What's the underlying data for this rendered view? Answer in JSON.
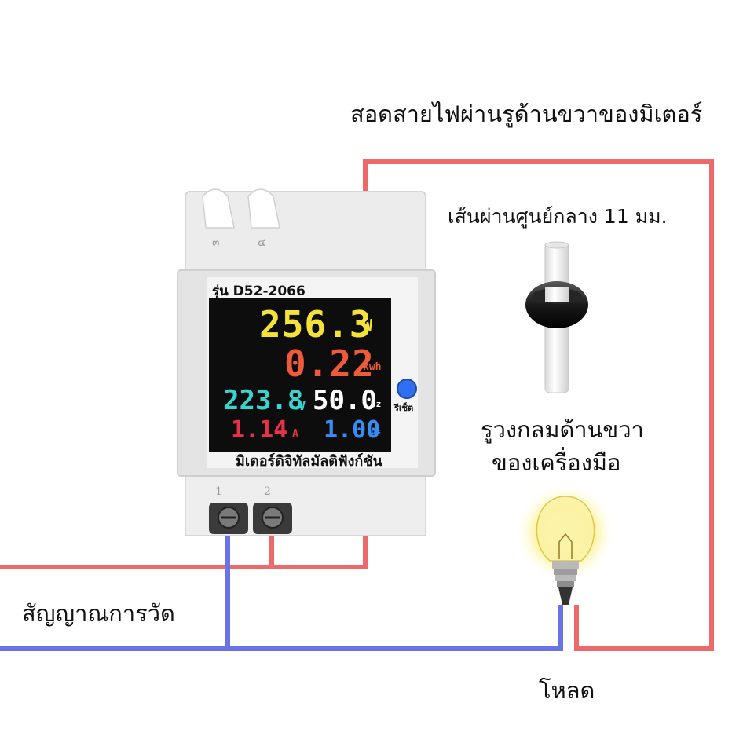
{
  "labels": {
    "instruction": "สอดสายไฟผ่านรูด้านขวาของมิเตอร์",
    "diameter": "เส้นผ่านศูนย์กลาง 11 มม.",
    "hole_line1": "รูวงกลมด้านขวา",
    "hole_line2": "ของเครื่องมือ",
    "signal": "สัญญาณการวัด",
    "load": "โหลด"
  },
  "meter": {
    "model": "รุ่น D52-2066",
    "power": "256.3",
    "power_unit": "W",
    "energy": "0.22",
    "energy_unit": "kwh",
    "voltage": "223.8",
    "voltage_unit": "V",
    "frequency": "50.0",
    "frequency_unit": "Hz",
    "current": "1.14",
    "current_unit": "A",
    "power_factor": "1.00",
    "power_factor_unit": "PF",
    "device_name": "มิเตอร์ดิจิทัลมัลติฟังก์ชัน",
    "reset_label": "รีเซ็ต",
    "terminal_top": [
      "๓",
      "๔"
    ],
    "terminal_bottom": [
      "1",
      "2"
    ]
  },
  "colors": {
    "live_wire": "#ee6a6a",
    "neutral_wire": "#6a72e8",
    "power": "#f2e23a",
    "energy": "#ef5a3a",
    "voltage": "#37d4d0",
    "frequency": "#ffffff",
    "current": "#e8324a",
    "power_factor": "#3a8cf5",
    "reset_button": "#2f6ff0"
  },
  "icons": [
    "light-bulb-icon",
    "current-transformer-ring-icon",
    "reset-button-icon",
    "terminal-screw-icon"
  ]
}
